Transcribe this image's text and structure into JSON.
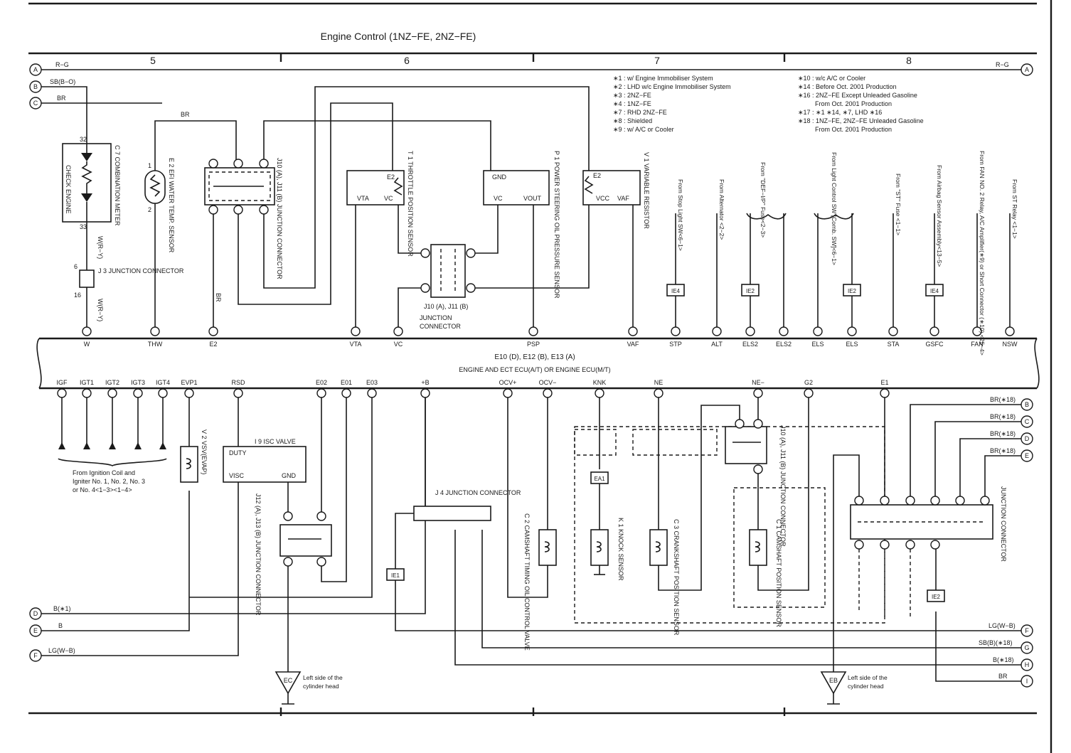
{
  "title": "Engine Control (1NZ−FE, 2NZ−FE)",
  "grid_columns": [
    "5",
    "6",
    "7",
    "8"
  ],
  "notes_left": [
    "∗1 : w/ Engine Immobiliser System",
    "∗2 : LHD w/c Engine Immobiliser System",
    "∗3 : 2NZ−FE",
    "∗4 : 1NZ−FE",
    "∗7 : RHD 2NZ−FE",
    "∗8 : Shielded",
    "∗9 : w/ A/C or Cooler"
  ],
  "notes_right": [
    "∗10 : w/c A/C or Cooler",
    "∗14 : Before Oct. 2001 Production",
    "∗16 : 2NZ−FE Except Unleaded Gasoline",
    "From Oct. 2001 Production",
    "∗17 : ∗1 ∗14, ∗7, LHD ∗16",
    "∗18 : 1NZ−FE, 2NZ−FE Unleaded Gasoline",
    "From Oct. 2001 Production"
  ],
  "ecu": {
    "connectors": "E10 (D), E12 (B), E13 (A)",
    "name": "ENGINE AND ECT ECU(A/T) OR ENGINE ECU(M/T)"
  },
  "top_pins": [
    "W",
    "THW",
    "E2",
    "VTA",
    "VC",
    "PSP",
    "VAF",
    "STP",
    "ALT",
    "ELS2",
    "ELS2",
    "ELS",
    "ELS",
    "STA",
    "GSFC",
    "FAN",
    "NSW"
  ],
  "bottom_pins": [
    "IGF",
    "IGT1",
    "IGT2",
    "IGT3",
    "IGT4",
    "EVP1",
    "RSD",
    "E02",
    "E01",
    "E03",
    "+B",
    "OCV+",
    "OCV−",
    "KNK",
    "NE",
    "NE−",
    "G2",
    "E1"
  ],
  "components": {
    "c7": "C 7 COMBINATION METER",
    "check_engine": "CHECK ENGINE",
    "j3": "J 3 JUNCTION CONNECTOR",
    "e2": "E 2 EFI WATER TEMP. SENSOR",
    "j10_j11": "J10 (A), J11 (B) JUNCTION CONNECTOR",
    "t1": "T 1 THROTTLE POSITION SENSOR",
    "p1": "P 1 POWER STEERING OIL PRESSURE SENSOR",
    "v1": "V 1 VARIABLE RESISTOR",
    "v2": "V 2 VSV(EVAP)",
    "i9": "I 9 ISC VALVE",
    "j12_j13": "J12 (A), J13 (B) JUNCTION CONNECTOR",
    "j4": "J 4 JUNCTION CONNECTOR",
    "c2": "C 2 CAMSHAFT TIMING OIL CONTROL VALVE",
    "k1": "K 1 KNOCK SENSOR",
    "c3": "C 3 CRANKSHAFT POSITION SENSOR",
    "c1": "C 1 CAMSHAFT POSITION SENSOR"
  },
  "from_labels": [
    "From Stop Light SW<6−1>",
    "From Alternator <2−2>",
    "From \"DEF−I/P\" Fuse<2−3>",
    "From Light Control SW [Comb. SW]<6−1>",
    "From \"ST\" Fuse <1−1>",
    "From Airbag Sensor Assembly<13−5>",
    "From FAN NO. 2 Relay, A/C Amplifier(∗9) or Short Connector (∗10) <25−4>",
    "From ST Relay <1−1>"
  ],
  "ignition_note": [
    "From Ignition Coil and",
    "Igniter No. 1, No. 2, No. 3",
    "or No. 4<1−3><1−4>"
  ],
  "ground_note": [
    "Left side of the",
    "cylinder head"
  ],
  "ground_ec": "EC",
  "ground_eb": "EB",
  "left_terminals": [
    {
      "id": "A",
      "wire": "R−G"
    },
    {
      "id": "B",
      "wire": "SB(B−O)"
    },
    {
      "id": "C",
      "wire": "BR"
    },
    {
      "id": "D",
      "wire": "B(∗1)"
    },
    {
      "id": "E",
      "wire": "B"
    },
    {
      "id": "F",
      "wire": "LG(W−B)"
    }
  ],
  "right_terminals": [
    {
      "id": "A",
      "wire": "R−G"
    },
    {
      "id": "B",
      "wire": "BR(∗18)"
    },
    {
      "id": "C",
      "wire": "BR(∗18)"
    },
    {
      "id": "D",
      "wire": "BR(∗18)"
    },
    {
      "id": "E",
      "wire": "BR(∗18)"
    },
    {
      "id": "F",
      "wire": "LG(W−B)"
    },
    {
      "id": "G",
      "wire": "SB(B)(∗18)"
    },
    {
      "id": "H",
      "wire": "B(∗18)"
    },
    {
      "id": "I",
      "wire": "BR"
    }
  ]
}
